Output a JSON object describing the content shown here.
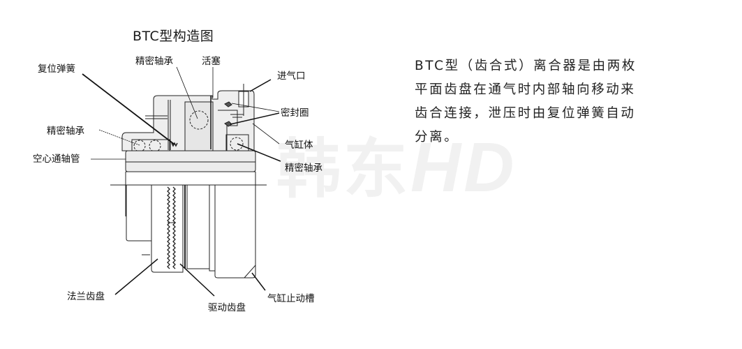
{
  "diagram": {
    "title": "BTC型构造图",
    "labels": {
      "precision_bearing_top": "精密轴承",
      "piston": "活塞",
      "reset_spring": "复位弹簧",
      "air_inlet": "进气口",
      "seal_ring": "密封圈",
      "precision_bearing_left": "精密轴承",
      "cylinder_body": "气缸体",
      "hollow_shaft": "空心通轴管",
      "precision_bearing_right": "精密轴承",
      "flange_tooth_disc": "法兰齿盘",
      "drive_tooth_disc": "驱动齿盘",
      "cylinder_stop_groove": "气缸止动槽"
    }
  },
  "description": {
    "lines": [
      "BTC型（齿合式）离合器是由两枚",
      "平面齿盘在通气时内部轴向移动来",
      "齿合连接，泄压时由复位弹簧自动",
      "分离。"
    ]
  },
  "watermark": {
    "text": "韩东",
    "logo": "HD"
  },
  "colors": {
    "line": "#222222",
    "fill_light": "#eeeeee",
    "fill_mid": "#e4e4e4",
    "watermark": "#f1f1f1"
  }
}
